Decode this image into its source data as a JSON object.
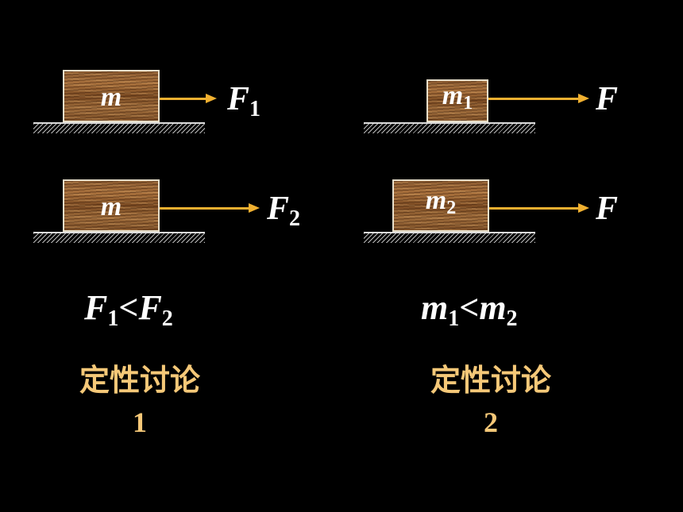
{
  "left": {
    "top": {
      "mass": "m",
      "force": "F",
      "force_sub": "1"
    },
    "bottom": {
      "mass": "m",
      "force": "F",
      "force_sub": "2"
    },
    "relation": {
      "a": "F",
      "a_sub": "1",
      "op": "<",
      "b": "F",
      "b_sub": "2"
    },
    "caption": "定性讨论",
    "caption_num": "1"
  },
  "right": {
    "top": {
      "mass": "m",
      "mass_sub": "1",
      "force": "F"
    },
    "bottom": {
      "mass": "m",
      "mass_sub": "2",
      "force": "F"
    },
    "relation": {
      "a": "m",
      "a_sub": "1",
      "op": "<",
      "b": "m",
      "b_sub": "2"
    },
    "caption": "定性讨论",
    "caption_num": "2"
  },
  "colors": {
    "background": "#000000",
    "arrow": "#f0b030",
    "caption": "#f5c878",
    "text": "#ffffff"
  }
}
